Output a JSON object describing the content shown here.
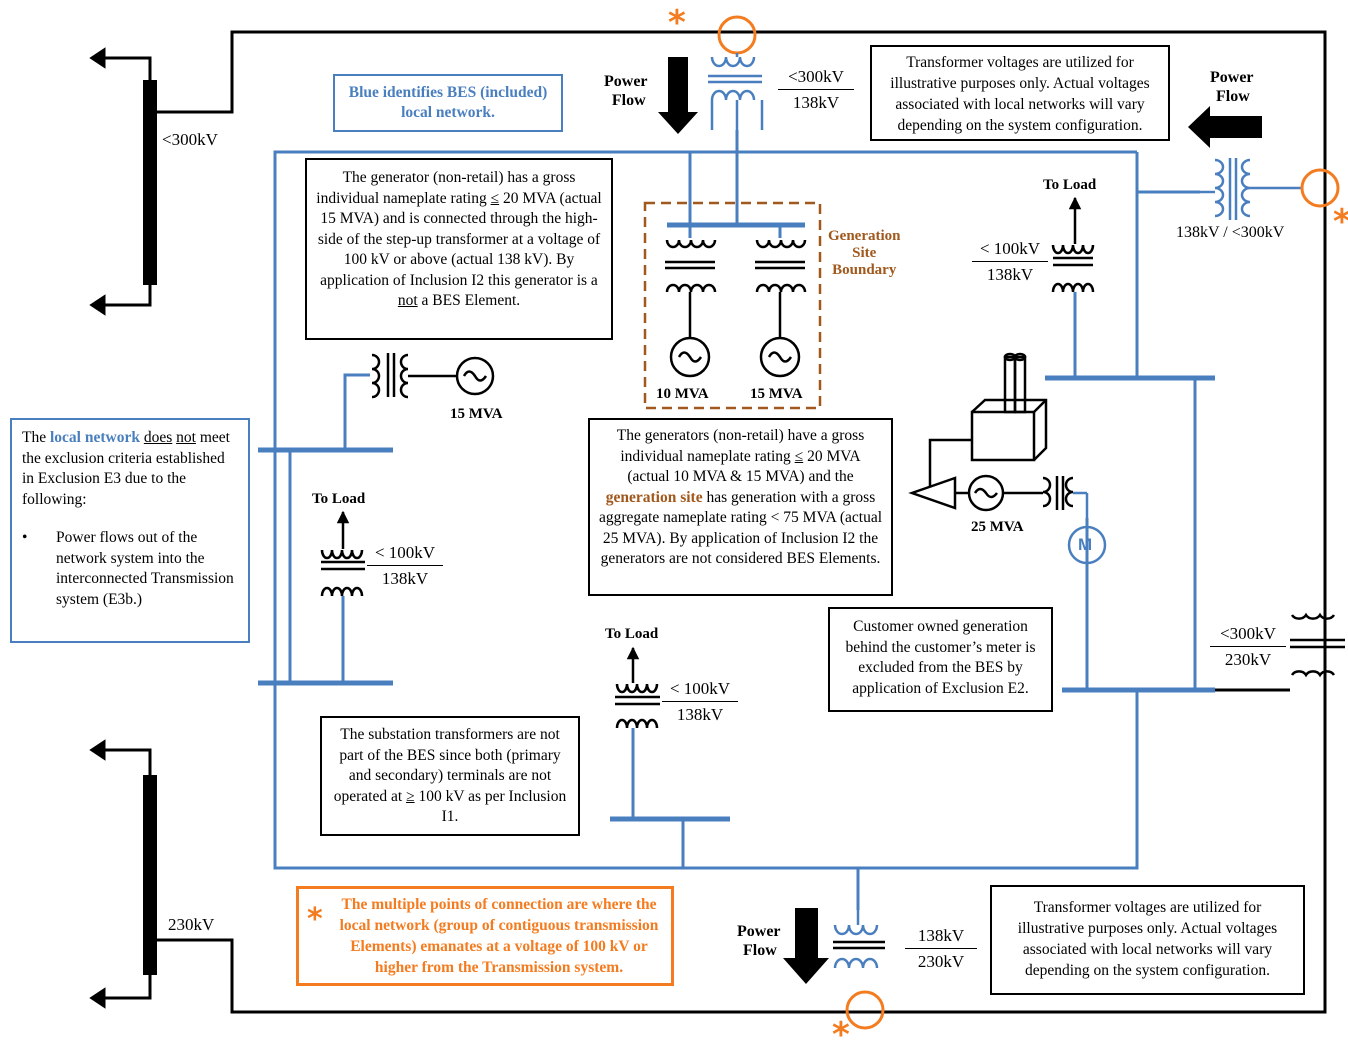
{
  "colors": {
    "bes_blue": "#4a7fbf",
    "boundary_brown": "#a0581c",
    "connection_orange": "#f47c20",
    "line_black": "#000000"
  },
  "boxes": {
    "blue_legend": "Blue identifies BES (included) local network.",
    "voltage_note_top": "Transformer voltages are utilized for illustrative purposes only. Actual voltages associated with local networks will vary depending on the system configuration.",
    "voltage_note_bottom": "Transformer voltages are utilized for illustrative purposes only. Actual voltages associated with local networks will vary depending on the system configuration.",
    "generator_note": {
      "part1": "The generator (non-retail) has a gross individual nameplate rating ",
      "le_symbol": "≤",
      "part2": " 20 MVA (actual 15 MVA) and is connected through the high-side of the step-up transformer at a voltage of 100 kV or above (actual 138 kV). By application of Inclusion I2 this generator is a ",
      "not_word": "not",
      "part3": " a BES Element."
    },
    "generators_note": {
      "part1": "The generators (non-retail) have a gross individual nameplate rating ",
      "le_symbol": "≤",
      "part2": " 20 MVA (actual 10 MVA & 15 MVA) and the ",
      "site_word": "generation site",
      "part3": " has generation with a gross aggregate nameplate rating < 75 MVA (actual 25 MVA). By application of Inclusion I2 the generators are not considered BES Elements."
    },
    "local_network_note": {
      "the": "The ",
      "local_network": "local network",
      "does": "does",
      "not": "not",
      "rest": "meet the exclusion criteria established in Exclusion E3 due to the following:",
      "bullet": "Power flows out of the network system into the interconnected Transmission system (E3b.)"
    },
    "customer_note": "Customer owned generation behind the customer’s meter is excluded from the BES by application of Exclusion E2.",
    "substation_note": {
      "part1": "The substation transformers are not part of the BES since both (primary and secondary) terminals are not operated at ",
      "ge_symbol": "≥",
      "part2": " 100 kV as per Inclusion I1."
    },
    "connection_note": "The multiple points of connection are where the local network (group of contiguous transmission Elements) emanates at a voltage of 100 kV or higher from the Transmission system."
  },
  "labels": {
    "bus_300": "<300kV",
    "bus_230": "230kV",
    "power_flow_line1": "Power",
    "power_flow_line2": "Flow",
    "to_load": "To Load",
    "gen_site_line1": "Generation",
    "gen_site_line2": "Site",
    "gen_site_line3": "Boundary",
    "mva_10": "10 MVA",
    "mva_15": "15 MVA",
    "mva_15_left": "15 MVA",
    "mva_25": "25 MVA",
    "ratio_138_300": "138kV / <300kV",
    "motor_symbol": "M",
    "asterisk": "*"
  },
  "fractions": {
    "top_tx": {
      "num": "<300kV",
      "den": "138kV"
    },
    "right_load_tx": {
      "num": "< 100kV",
      "den": "138kV"
    },
    "left_load_tx": {
      "num": "< 100kV",
      "den": "138kV"
    },
    "center_load_tx": {
      "num": "< 100kV",
      "den": "138kV"
    },
    "right_main_tx": {
      "num": "<300kV",
      "den": "230kV"
    },
    "bottom_tx": {
      "num": "138kV",
      "den": "230kV"
    }
  }
}
